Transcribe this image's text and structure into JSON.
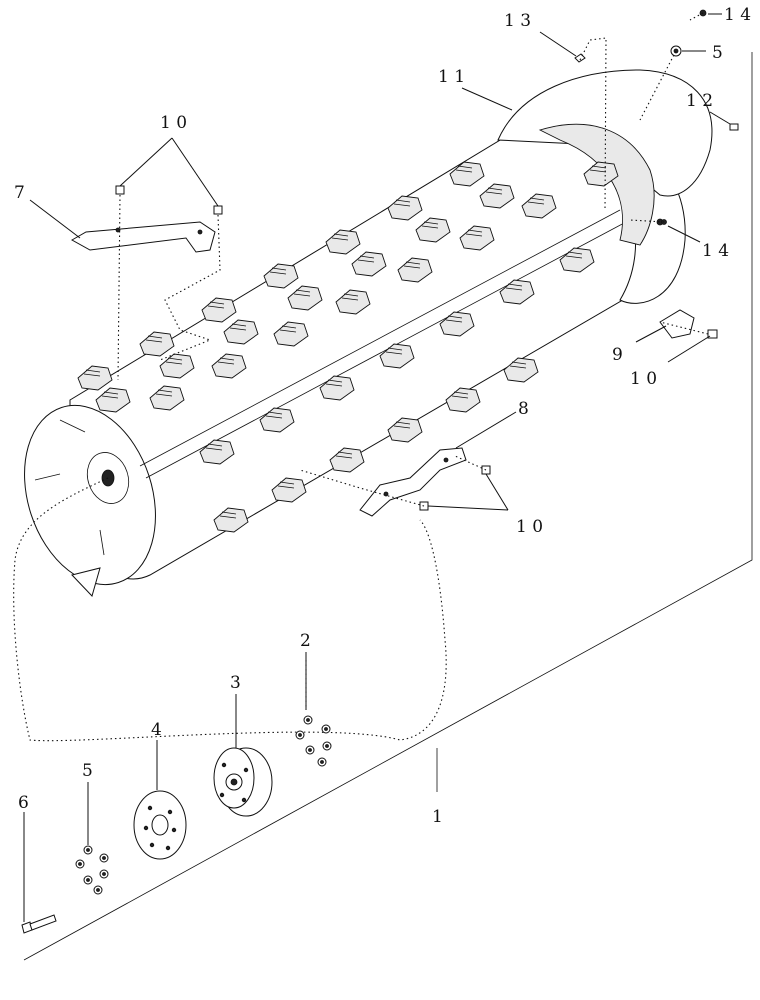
{
  "callouts": {
    "c1": "1",
    "c2": "2",
    "c3": "3",
    "c4": "4",
    "c5_lower": "5",
    "c5_upper": "5",
    "c6": "6",
    "c7": "7",
    "c8": "8",
    "c9": "9",
    "c10_upper_left": "1 0",
    "c10_right": "1 0",
    "c10_lower": "1 0",
    "c11": "1 1",
    "c12": "1 2",
    "c13": "1 3",
    "c14_top": "1 4",
    "c14_mid": "1 4"
  }
}
